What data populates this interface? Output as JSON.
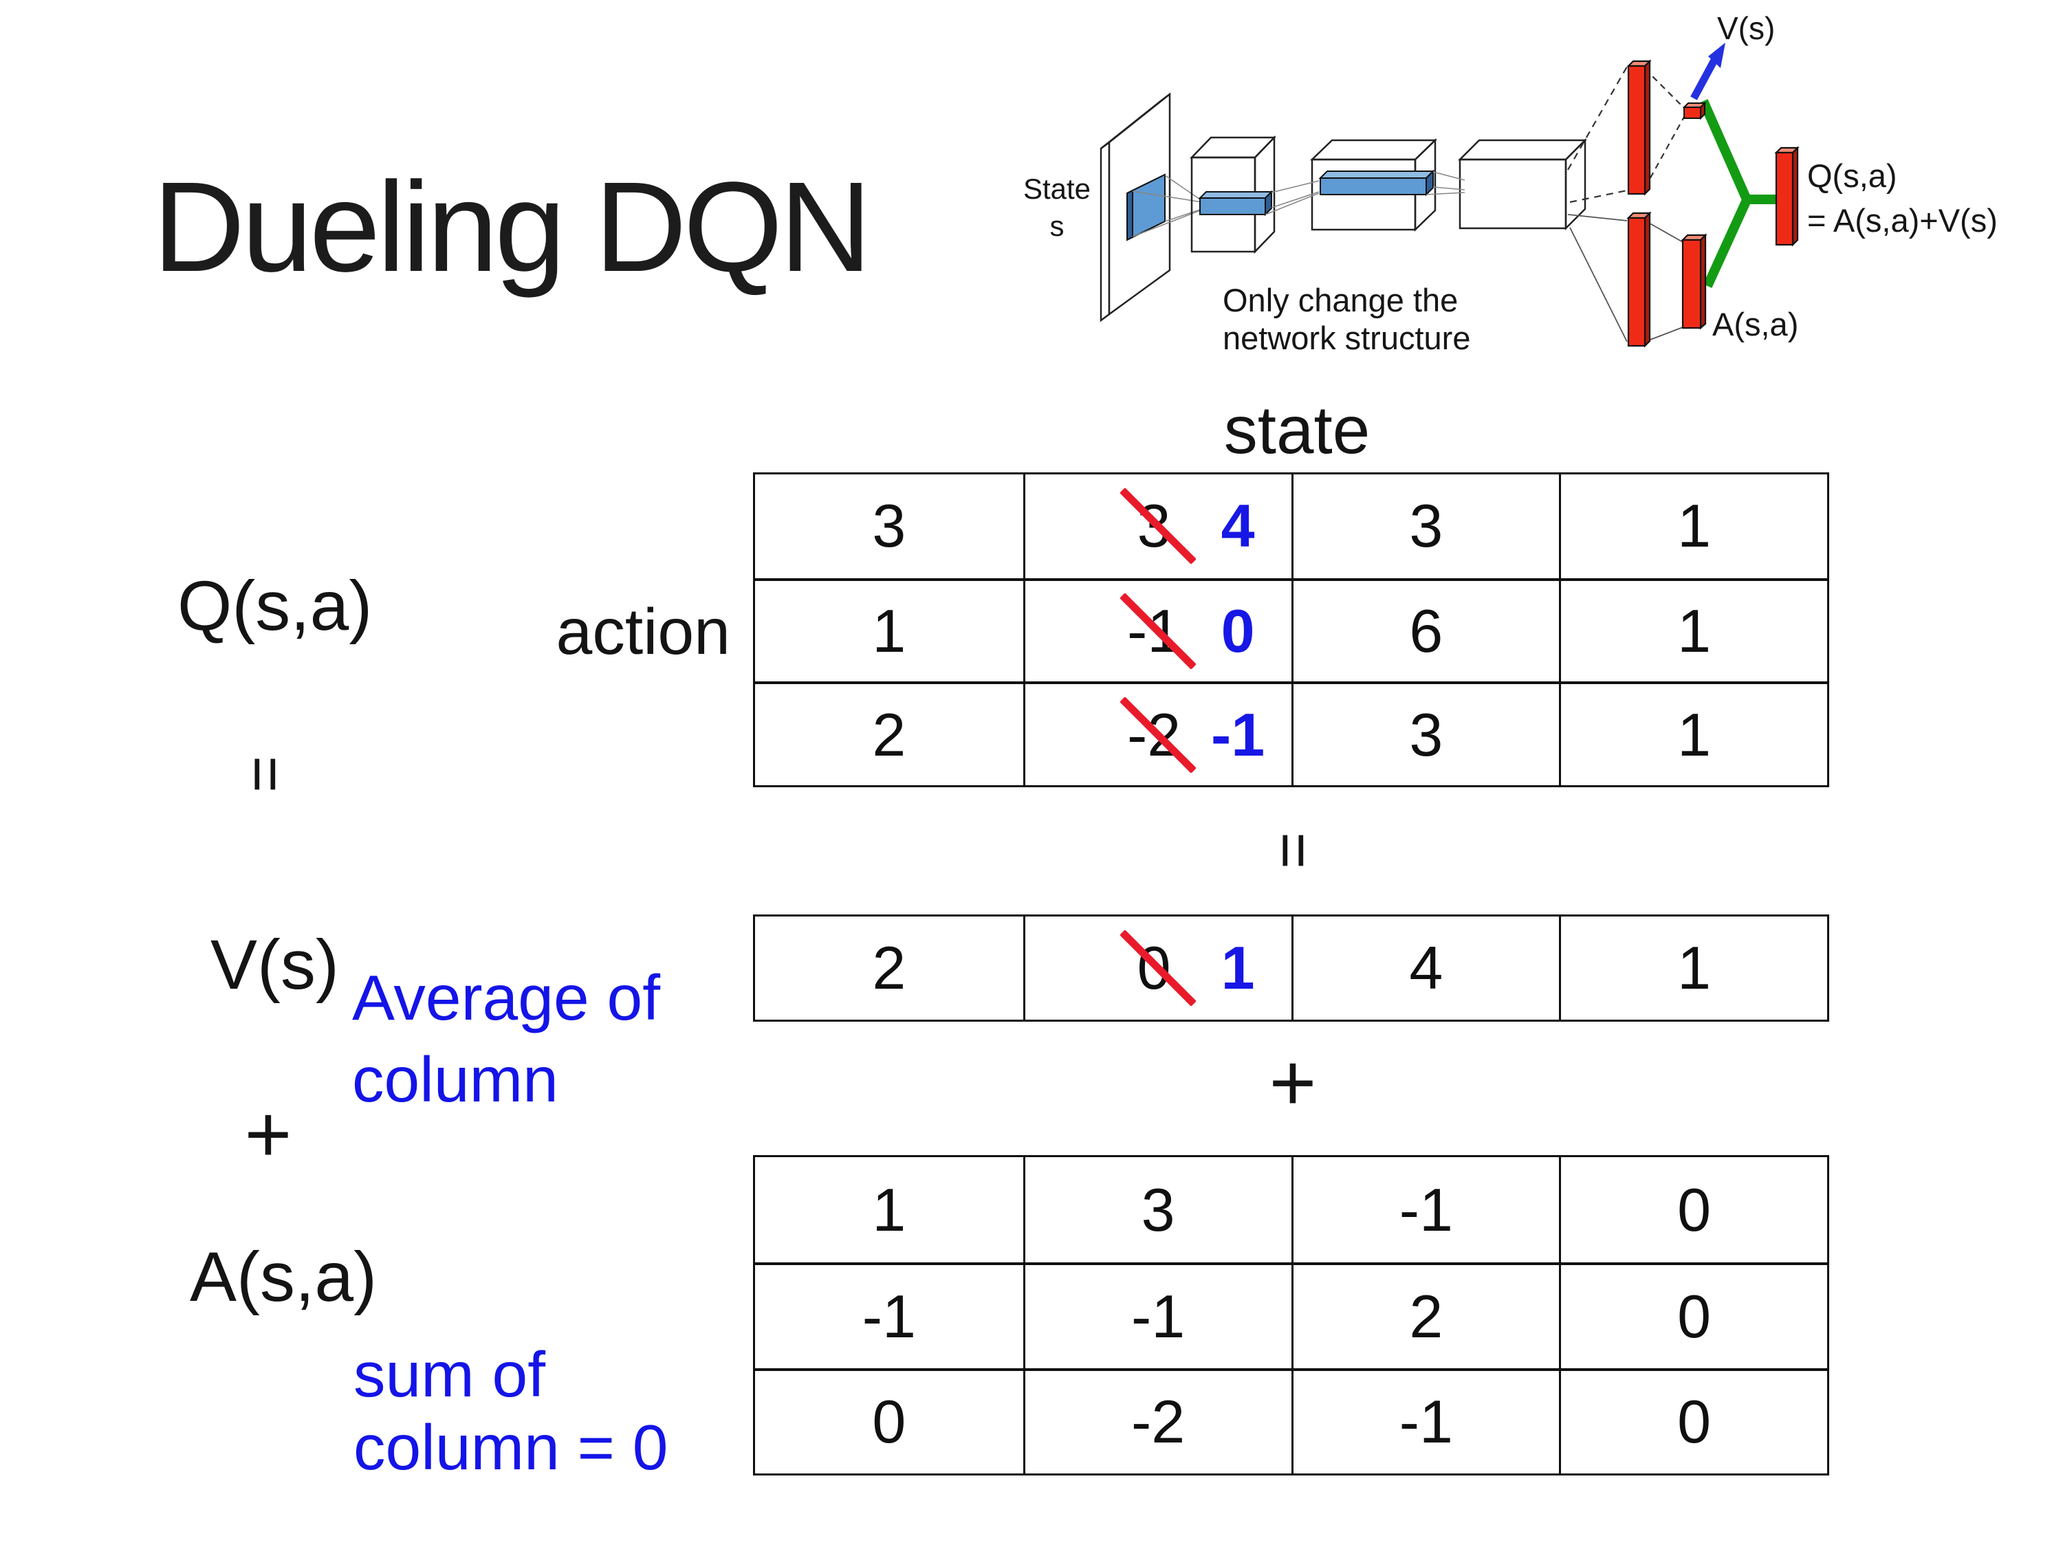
{
  "slide": {
    "title": "Dueling DQN"
  },
  "diagram": {
    "state_line1": "State",
    "state_line2": "s",
    "note_line1": "Only change the",
    "note_line2": "network structure",
    "out_v": "V(s)",
    "out_q": "Q(s,a)",
    "out_q_formula": "= A(s,a)+V(s)",
    "out_a": "A(s,a)"
  },
  "equation": {
    "q_label": "Q(s,a)",
    "v_label": "V(s)",
    "a_label": "A(s,a)",
    "eq_symbol": "=",
    "plus_symbol": "+",
    "avg_note_line1": "Average of",
    "avg_note_line2": "column",
    "sum_note_line1": "sum of",
    "sum_note_line2": "column = 0"
  },
  "matrix": {
    "state_header": "state",
    "action_label": "action"
  },
  "q_table": {
    "rows": [
      [
        "3",
        "3",
        "3",
        "1"
      ],
      [
        "1",
        "-1",
        "6",
        "1"
      ],
      [
        "2",
        "-2",
        "3",
        "1"
      ]
    ],
    "corrections": [
      "4",
      "0",
      "-1"
    ]
  },
  "v_table": {
    "cells": [
      "2",
      "0",
      "4",
      "1"
    ],
    "correction": "1"
  },
  "a_table": {
    "rows": [
      [
        "1",
        "3",
        "-1",
        "0"
      ],
      [
        "-1",
        "-1",
        "2",
        "0"
      ],
      [
        "0",
        "-2",
        "-1",
        "0"
      ]
    ]
  },
  "colors": {
    "annotation_blue": "#1414E8",
    "correction_blue": "#1717E6",
    "strike_red": "#E91B2B",
    "bar_red": "#EF2B17",
    "connector_green": "#149B14",
    "arrow_blue": "#2431E0",
    "filter_blue": "#5E9AD3"
  }
}
